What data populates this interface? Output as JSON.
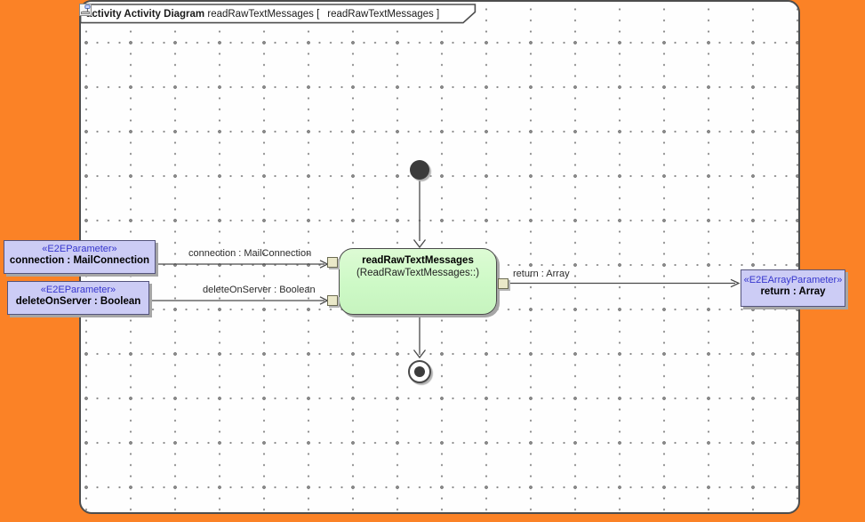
{
  "tab": {
    "title_bold": "activity Activity Diagram",
    "title_name": "readRawTextMessages [",
    "title_context": "readRawTextMessages ]",
    "icon": "activity-diagram-icon"
  },
  "action_node": {
    "name": "readRawTextMessages",
    "qualifier": "(ReadRawTextMessages::)"
  },
  "params_left": [
    {
      "stereotype": "«E2EParameter»",
      "name": "connection : MailConnection"
    },
    {
      "stereotype": "«E2EParameter»",
      "name": "deleteOnServer : Boolean"
    }
  ],
  "param_right": {
    "stereotype": "«E2EArrayParameter»",
    "name": "return : Array"
  },
  "edge_labels": {
    "connection": "connection : MailConnection",
    "delete_on_server": "deleteOnServer : Boolean",
    "return_value": "return : Array"
  },
  "colors": {
    "background_orange": "#fb8226",
    "frame_border": "#4d4d4d",
    "grid_dot": "#8c8c8c",
    "action_fill": "#cdf9c6",
    "param_fill": "#ccccf5",
    "stereotype_text": "#3535cd",
    "pin_fill": "#eae8c8",
    "edge_stroke": "#4a4a4a"
  }
}
